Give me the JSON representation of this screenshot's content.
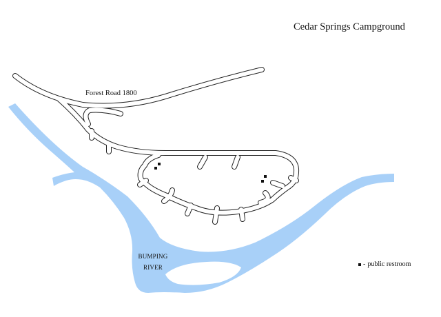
{
  "map": {
    "title": "Cedar Springs Campground",
    "road_label": "Forest Road 1800",
    "river_label_line1": "BUMPING",
    "river_label_line2": "RIVER",
    "legend": {
      "symbol_dash": "-",
      "restroom_label": "public restroom"
    },
    "colors": {
      "river": "#a8d0f8",
      "road_outline": "#222222",
      "background": "#ffffff"
    }
  }
}
